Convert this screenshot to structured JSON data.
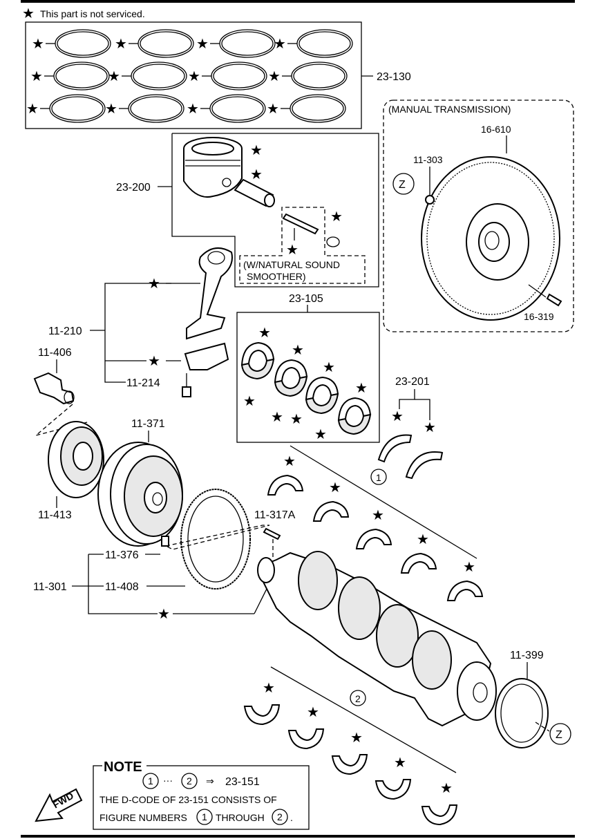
{
  "legend": {
    "star_text": "This part is not serviced."
  },
  "labels": {
    "ring_set": "23-130",
    "piston": "23-200",
    "sound_smoother": "(W/NATURAL SOUND",
    "sound_smoother2": "SMOOTHER)",
    "manual_trans": "(MANUAL TRANSMISSION)",
    "flywheel": "16-610",
    "flywheel_plug": "11-303",
    "flywheel_bolt": "16-319",
    "conn_rod": "11-210",
    "bolt_406": "11-406",
    "rod_bolt": "11-214",
    "rod_bearing": "23-105",
    "thrust": "23-201",
    "pulley": "11-371",
    "pulley_hub": "11-413",
    "key": "11-317A",
    "bolt_376": "11-376",
    "crankshaft": "11-301",
    "plate": "11-408",
    "seal": "11-399",
    "z1": "Z",
    "z2": "Z",
    "circle1": "1",
    "circle2": "2"
  },
  "note": {
    "title": "NOTE",
    "line1_a": "1",
    "line1_dots": "···",
    "line1_b": "2",
    "line1_arrow": "⇒",
    "line1_code": "23-151",
    "line2": "THE D-CODE OF   23-151   CONSISTS OF",
    "line3_a": "FIGURE NUMBERS",
    "line3_n1": "1",
    "line3_mid": "THROUGH",
    "line3_n2": "2",
    "line3_end": "."
  },
  "fwd": "FWD"
}
